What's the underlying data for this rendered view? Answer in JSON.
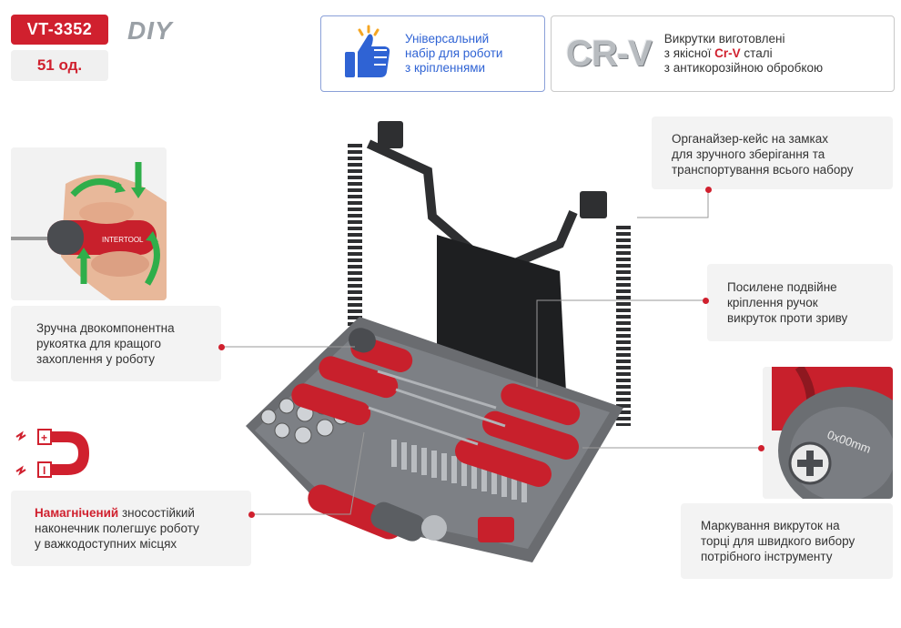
{
  "header": {
    "sku": "VT-3352",
    "count": "51 од.",
    "brand_badge": "DIY"
  },
  "features": {
    "universal": {
      "line1": "Універсальний",
      "line2": "набір для роботи",
      "line3": "з кріпленнями"
    },
    "crv": {
      "logo_text": "CR-V",
      "line1": "Викрутки виготовлені",
      "line2_pre": "з якісної ",
      "line2_highlight": "Cr-V",
      "line2_post": " сталі",
      "line3": "з антикорозійною обробкою"
    }
  },
  "callouts": {
    "organizer": {
      "line1": "Органайзер-кейс на замках",
      "line2": "для зручного зберігання та",
      "line3": "транспортування всього набору"
    },
    "double_mount": {
      "line1": "Посилене подвійне",
      "line2": "кріплення ручок",
      "line3": "викруток проти зриву"
    },
    "handle": {
      "line1": "Зручна двокомпонентна",
      "line2": "рукоятка для кращого",
      "line3": "захоплення у роботу"
    },
    "magnetic": {
      "highlight": "Намагнічений",
      "line1_post": " зносостійкий",
      "line2": "наконечник полегшує роботу",
      "line3": "у важкодоступних місцях"
    },
    "marking": {
      "line1": "Маркування викруток на",
      "line2": "торці для швидкого вибору",
      "line3": "потрібного інструменту"
    }
  },
  "product": {
    "brand_on_handle": "INTERTOOL",
    "tip_marking": "0x00mm"
  },
  "colors": {
    "accent": "#d0202e",
    "blue": "#2f63d4",
    "green_arrow": "#2fae4a",
    "handle_gray": "#6b6e72"
  },
  "icons": [
    "thumbs-up-icon",
    "magnet-icon",
    "rotate-arrows-icon"
  ]
}
